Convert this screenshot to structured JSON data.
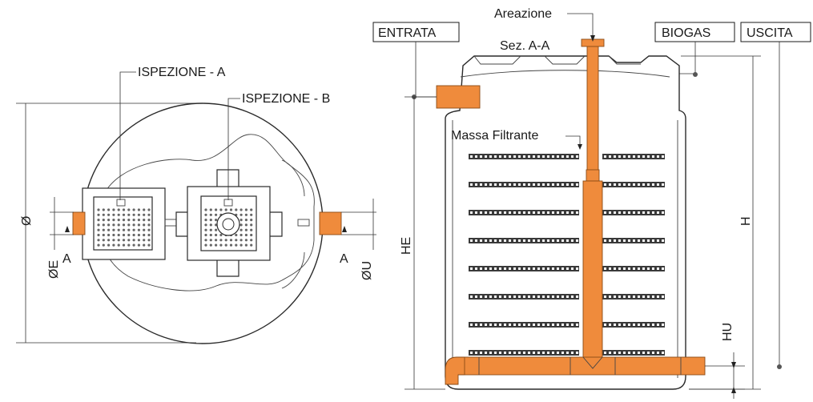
{
  "colors": {
    "pipe": "#ef8b3c",
    "line": "#2a2a2a",
    "background": "#ffffff"
  },
  "plan_view": {
    "inspection_a_label": "ISPEZIONE - A",
    "inspection_b_label": "ISPEZIONE - B",
    "diameter_label": "Ø",
    "inlet_diameter_label": "ØE",
    "outlet_diameter_label": "ØU",
    "section_mark_left": "A",
    "section_mark_right": "A"
  },
  "section_view": {
    "inlet_label": "ENTRATA",
    "section_title": "Sez. A-A",
    "aeration_label": "Areazione",
    "biogas_label": "BIOGAS",
    "outlet_label": "USCITA",
    "filter_media_label": "Massa Filtrante",
    "height_label": "H",
    "inlet_height_label": "HE",
    "outlet_height_label": "HU",
    "filter_rows": 8
  }
}
